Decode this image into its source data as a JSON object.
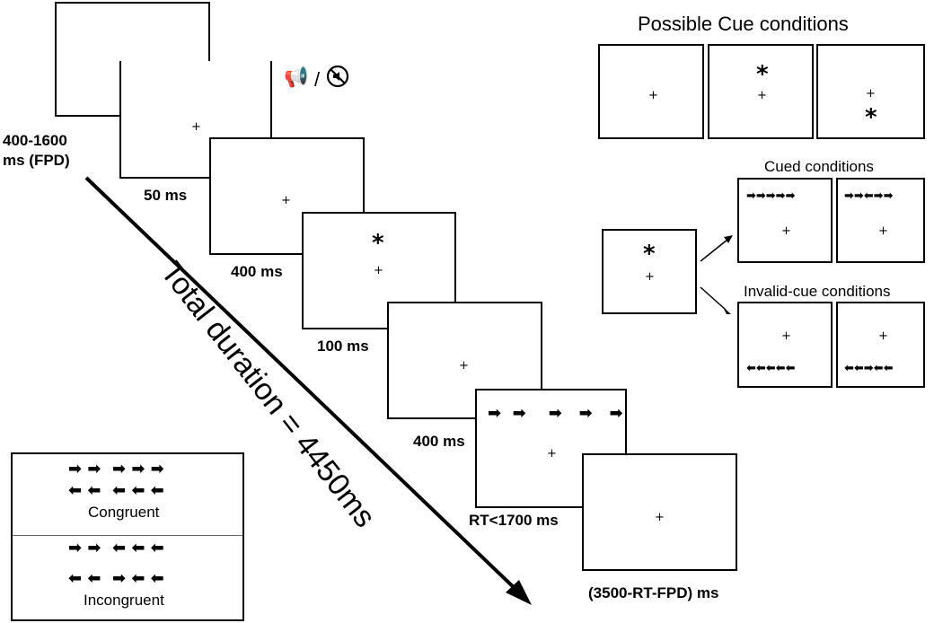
{
  "sequence": {
    "fixation": "+",
    "cue_symbol": "*",
    "durations": {
      "fpd": "400-1600\nms (FPD)",
      "warning": "50 ms",
      "pre_cue": "400 ms",
      "cue": "100 ms",
      "post_cue": "400 ms",
      "target": "RT<1700 ms",
      "final": "(3500-RT-FPD) ms"
    },
    "total_label": "Total duration = 4450ms",
    "sound_separator": "/",
    "target_arrows": "➡  ➡    ➡   ➡   ➡"
  },
  "cue_panel": {
    "title": "Possible Cue conditions",
    "cued_title": "Cued conditions",
    "invalid_title": "Invalid-cue conditions",
    "cued_top_1": "➡➡➡➡➡",
    "cued_top_2": "➡➡⬅➡➡",
    "invalid_bottom_1": "⬅⬅⬅⬅⬅",
    "invalid_bottom_2": "⬅⬅➡⬅⬅"
  },
  "legend": {
    "congruent_label": "Congruent",
    "incongruent_label": "Incongruent",
    "congruent_row_1": "➡ ➡  ➡ ➡ ➡",
    "congruent_row_2": "⬅ ⬅  ⬅ ⬅ ⬅",
    "incongruent_row_1": "➡ ➡  ⬅ ⬅ ⬅",
    "incongruent_row_2": "⬅ ⬅  ➡ ⬅ ⬅"
  }
}
